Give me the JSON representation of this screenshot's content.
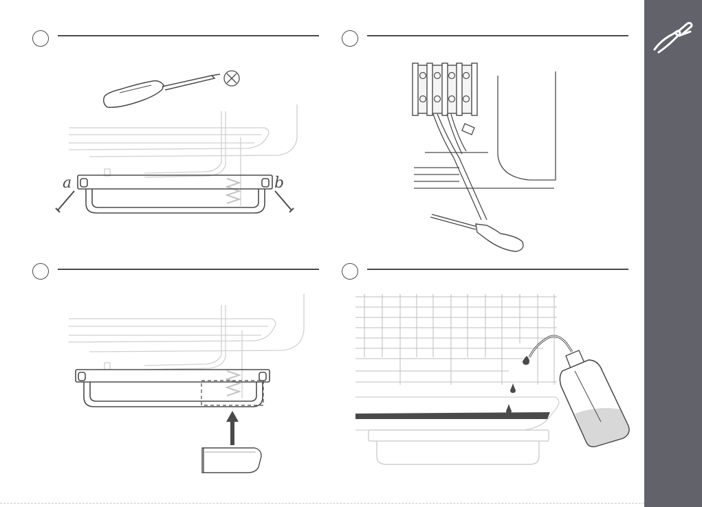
{
  "steps": [
    {
      "id": 1,
      "number": ""
    },
    {
      "id": 2,
      "number": ""
    },
    {
      "id": 3,
      "number": ""
    },
    {
      "id": 4,
      "number": ""
    }
  ],
  "labels": {
    "a": "a",
    "b": "b"
  },
  "side_tab": {
    "icon": "pliers-icon",
    "color": "#62626a"
  },
  "colors": {
    "line": "#4a4a4a",
    "light": "#d0d0d0",
    "tab": "#62626a"
  }
}
